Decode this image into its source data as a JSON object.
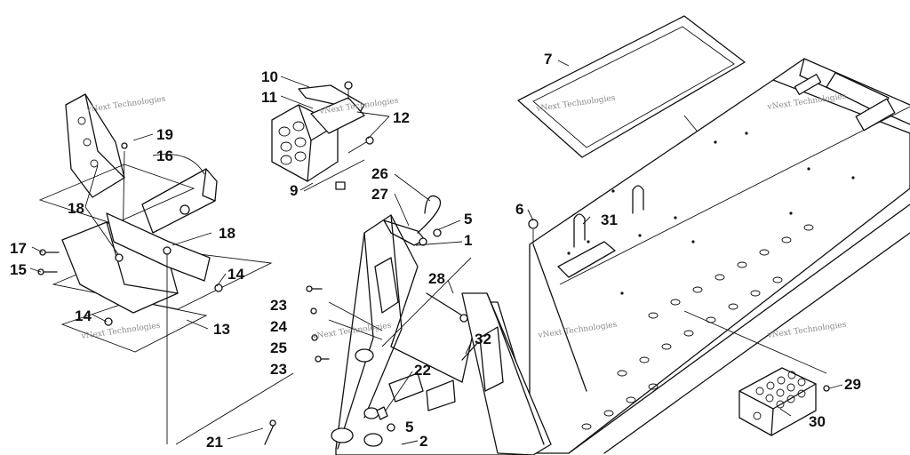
{
  "callouts": [
    "1",
    "2",
    "5",
    "5",
    "6",
    "7",
    "9",
    "10",
    "11",
    "12",
    "13",
    "14",
    "14",
    "15",
    "16",
    "17",
    "18",
    "18",
    "19",
    "21",
    "22",
    "23",
    "23",
    "24",
    "25",
    "26",
    "27",
    "28",
    "29",
    "30",
    "31",
    "32"
  ],
  "watermark": "vNext Technologies"
}
